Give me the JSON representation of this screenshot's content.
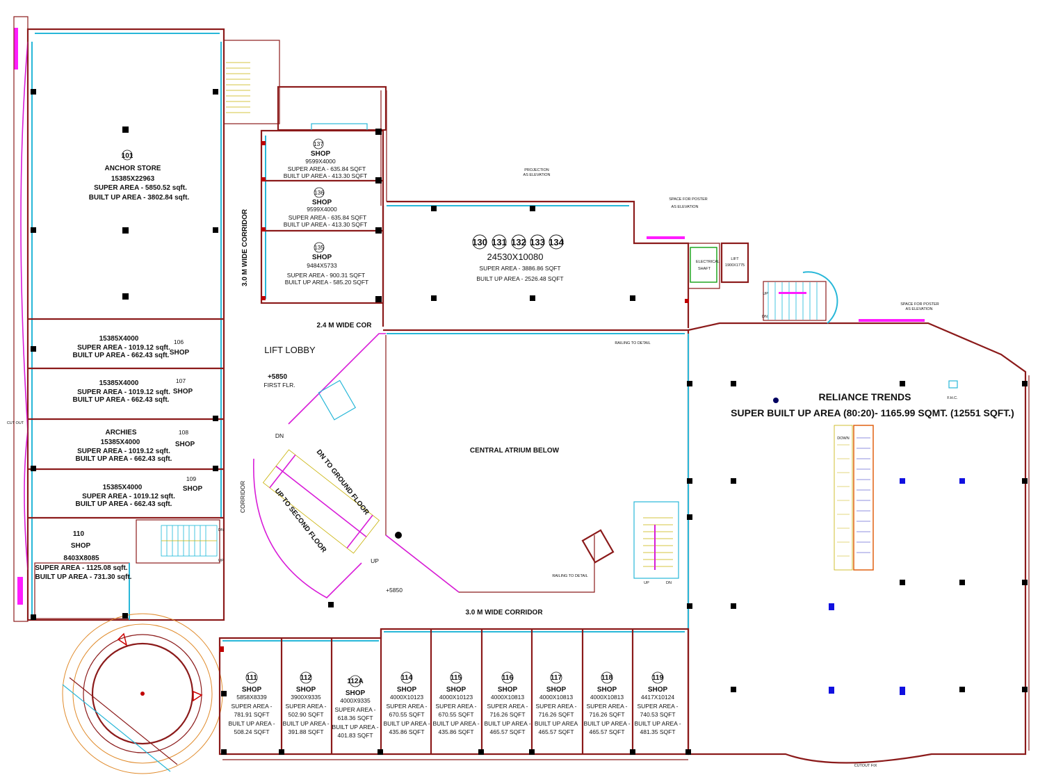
{
  "rooms": {
    "r101": {
      "num": "101",
      "name": "ANCHOR STORE",
      "dim": "15385X22963",
      "super": "SUPER AREA - 5850.52 sqft.",
      "built": "BUILT UP AREA - 3802.84 sqft."
    },
    "r106": {
      "num": "106",
      "name": "SHOP",
      "dim": "15385X4000",
      "super": "SUPER AREA - 1019.12 sqft.",
      "built": "BUILT UP AREA - 662.43 sqft."
    },
    "r107": {
      "num": "107",
      "name": "SHOP",
      "dim": "15385X4000",
      "super": "SUPER AREA - 1019.12 sqft.",
      "built": "BUILT UP AREA - 662.43 sqft."
    },
    "r108": {
      "num": "108",
      "name": "SHOP",
      "brand": "ARCHIES",
      "dim": "15385X4000",
      "super": "SUPER AREA - 1019.12 sqft.",
      "built": "BUILT UP AREA - 662.43 sqft."
    },
    "r109": {
      "num": "109",
      "name": "SHOP",
      "dim": "15385X4000",
      "super": "SUPER AREA - 1019.12 sqft.",
      "built": "BUILT UP AREA - 662.43 sqft."
    },
    "r110": {
      "num": "110",
      "name": "SHOP",
      "dim": "8403X8085",
      "super": "SUPER AREA - 1125.08 sqft.",
      "built": "BUILT UP AREA - 731.30 sqft."
    },
    "r137": {
      "num": "137",
      "name": "SHOP",
      "dim": "9599X4000",
      "super": "SUPER AREA - 635.84 SQFT",
      "built": "BUILT UP AREA - 413.30 SQFT"
    },
    "r136": {
      "num": "136",
      "name": "SHOP",
      "dim": "9599X4000",
      "super": "SUPER AREA - 635.84 SQFT",
      "built": "BUILT UP AREA - 413.30 SQFT"
    },
    "r135": {
      "num": "135",
      "name": "SHOP",
      "dim": "9484X5733",
      "super": "SUPER AREA - 900.31 SQFT",
      "built": "BUILT UP AREA - 585.20 SQFT"
    },
    "r130": {
      "nums": [
        "130",
        "131",
        "132",
        "133",
        "134"
      ],
      "dim": "24530X10080",
      "super": "SUPER AREA - 3886.86 SQFT",
      "built": "BUILT UP AREA - 2526.48 SQFT"
    },
    "reliance": {
      "name": "RELIANCE TRENDS",
      "area": "SUPER BUILT UP AREA (80:20)- 1165.99 SQMT. (12551 SQFT.)"
    },
    "bottom": [
      {
        "num": "111",
        "name": "SHOP",
        "dim": "5858X8339",
        "s1": "SUPER AREA -",
        "s2": "781.91 SQFT",
        "b1": "BUILT UP AREA -",
        "b2": "508.24 SQFT"
      },
      {
        "num": "112",
        "name": "SHOP",
        "dim": "3900X9335",
        "s1": "SUPER AREA -",
        "s2": "502.90 SQFT",
        "b1": "BUILT UP AREA -",
        "b2": "391.88 SQFT"
      },
      {
        "num": "112A",
        "name": "SHOP",
        "dim": "4000X9335",
        "s1": "SUPER AREA -",
        "s2": "618.36 SQFT",
        "b1": "BUILT UP AREA -",
        "b2": "401.83 SQFT"
      },
      {
        "num": "114",
        "name": "SHOP",
        "dim": "4000X10123",
        "s1": "SUPER AREA -",
        "s2": "670.55 SQFT",
        "b1": "BUILT UP AREA -",
        "b2": "435.86 SQFT"
      },
      {
        "num": "115",
        "name": "SHOP",
        "dim": "4000X10123",
        "s1": "SUPER AREA -",
        "s2": "670.55 SQFT",
        "b1": "BUILT UP AREA -",
        "b2": "435.86 SQFT"
      },
      {
        "num": "116",
        "name": "SHOP",
        "dim": "4000X10813",
        "s1": "SUPER AREA -",
        "s2": "716.26 SQFT",
        "b1": "BUILT UP AREA -",
        "b2": "465.57 SQFT"
      },
      {
        "num": "117",
        "name": "SHOP",
        "dim": "4000X10813",
        "s1": "SUPER AREA -",
        "s2": "716.26 SQFT",
        "b1": "BUILT UP AREA",
        "b2": "465.57 SQFT"
      },
      {
        "num": "118",
        "name": "SHOP",
        "dim": "4000X10813",
        "s1": "SUPER AREA -",
        "s2": "716.26 SQFT",
        "b1": "BUILT UP AREA -",
        "b2": "465.57 SQFT"
      },
      {
        "num": "119",
        "name": "SHOP",
        "dim": "4417X10124",
        "s1": "SUPER AREA -",
        "s2": "740.53 SQFT",
        "b1": "BUILT UP AREA -",
        "b2": "481.35 SQFT"
      }
    ]
  },
  "labels": {
    "corridor_3m_vertical": "3.0 M WIDE CORRIDOR",
    "corridor_24": "2.4 M WIDE COR",
    "lift_lobby": "LIFT LOBBY",
    "level": "+5850",
    "first_flr": "FIRST FLR.",
    "atrium": "CENTRAL ATRIUM  BELOW",
    "dn_ground": "DN TO GROUND FLOOR",
    "up_second": "UP TO SECOND FLOOR",
    "corridor_small": "CORRIDOR",
    "corridor_3m_bottom": "3.0 M WIDE CORRIDOR",
    "railing1": "RAILING TO DETAIL",
    "railing2": "RAILING TO DETAIL",
    "projection": "PROJECTION",
    "as_elevation": "AS ELEVATION",
    "poster1a": "SPACE FOR POSTER",
    "poster1b": "AS ELEVATION",
    "poster2a": "SPACE FOR POSTER",
    "poster2b": "AS ELEVATION",
    "electrical": "ELECTRICAL",
    "shaft": "SHAFT",
    "lift": "LIFT",
    "lift_dim": "1900X1775",
    "fhc": "F.H.C.",
    "cut_out": "CUT OUT",
    "dn": "DN",
    "up": "UP",
    "up_down": "DOWN",
    "level2": "+5850",
    "cutout_bottom": "CUTOUT FIX"
  },
  "colors": {
    "wall": "#8b1a1a",
    "glass": "#27b7d8",
    "magenta": "#d81bd8",
    "stair": "#c7b000"
  }
}
